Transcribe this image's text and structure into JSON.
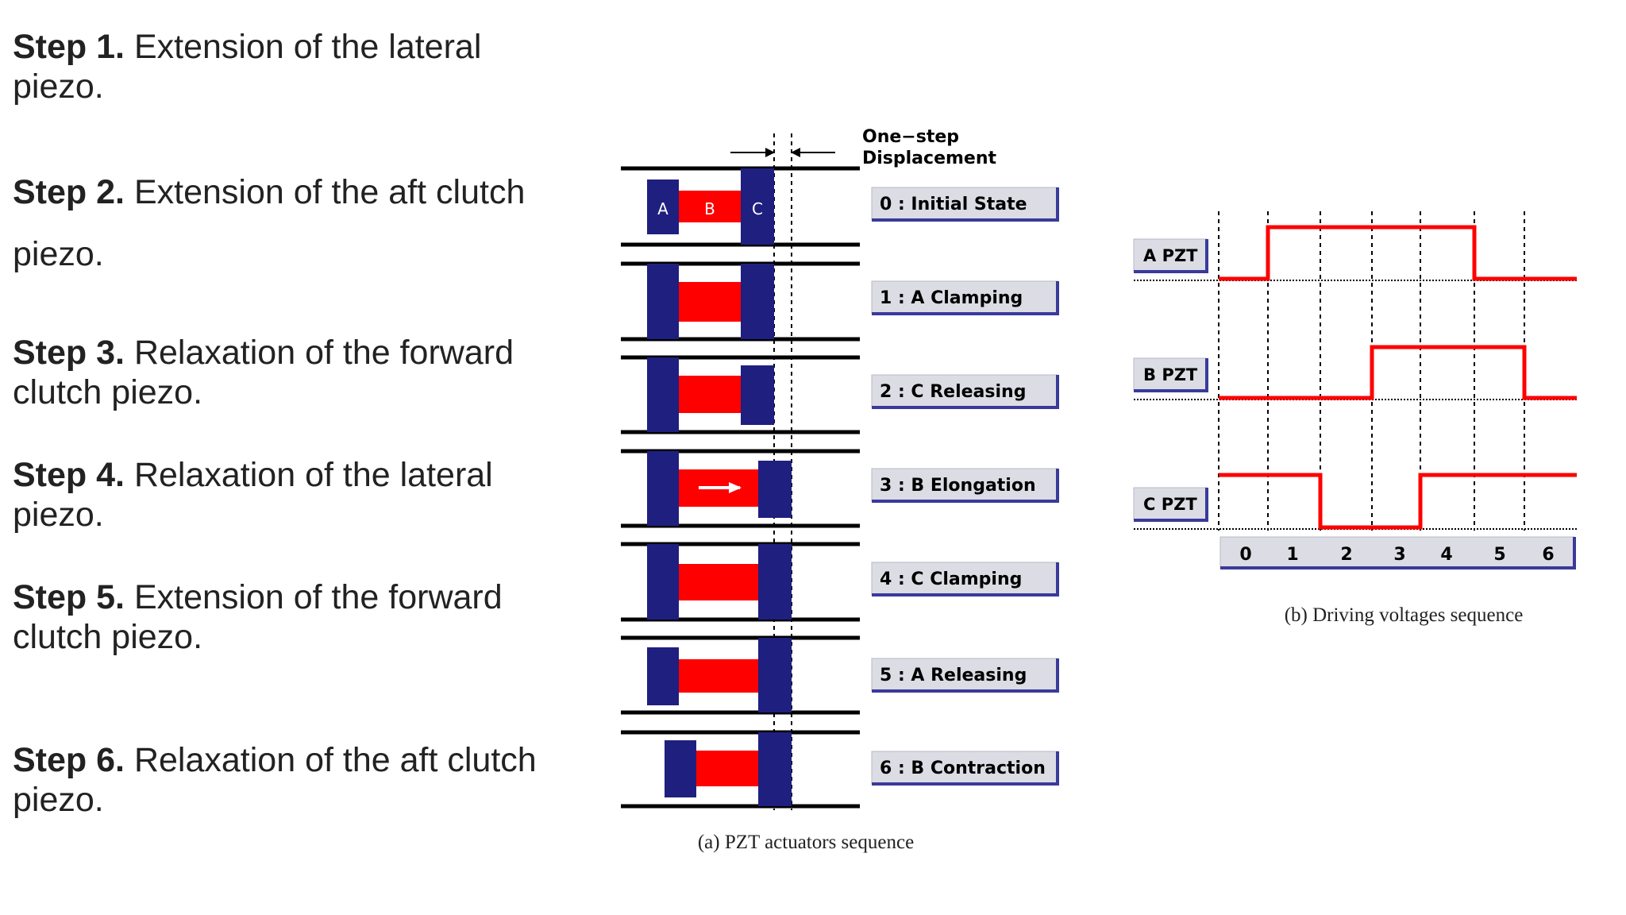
{
  "steps": [
    {
      "num": "Step 1.",
      "line1": "Extension of the lateral",
      "line2": "piezo."
    },
    {
      "num": "Step 2.",
      "line1": "Extension of the aft clutch",
      "line2": "piezo."
    },
    {
      "num": "Step 3.",
      "line1": "Relaxation of the forward",
      "line2": "clutch piezo."
    },
    {
      "num": "Step 4.",
      "line1": "Relaxation of the lateral",
      "line2": "piezo."
    },
    {
      "num": "Step 5.",
      "line1": "Extension of the forward",
      "line2": "clutch piezo."
    },
    {
      "num": "Step 6.",
      "line1": "Relaxation of the aft clutch",
      "line2": "piezo."
    }
  ],
  "diagram_a": {
    "displacement_label_1": "One−step",
    "displacement_label_2": "Displacement",
    "block_labels": {
      "a": "A",
      "b": "B",
      "c": "C"
    },
    "states": [
      "0 : Initial State",
      "1 : A Clamping",
      "2 : C Releasing",
      "3 : B Elongation",
      "4 : C Clamping",
      "5 : A Releasing",
      "6 : B Contraction"
    ],
    "caption": "(a) PZT actuators sequence"
  },
  "diagram_b": {
    "signals": [
      "A PZT",
      "B PZT",
      "C PZT"
    ],
    "time_ticks": [
      "0",
      "1",
      "2",
      "3",
      "4",
      "5",
      "6"
    ],
    "caption": "(b) Driving voltages sequence"
  },
  "colors": {
    "clutch": "#1f1f80",
    "lateral": "#ff0000",
    "signal": "#ff0000",
    "ink": "#000000"
  }
}
